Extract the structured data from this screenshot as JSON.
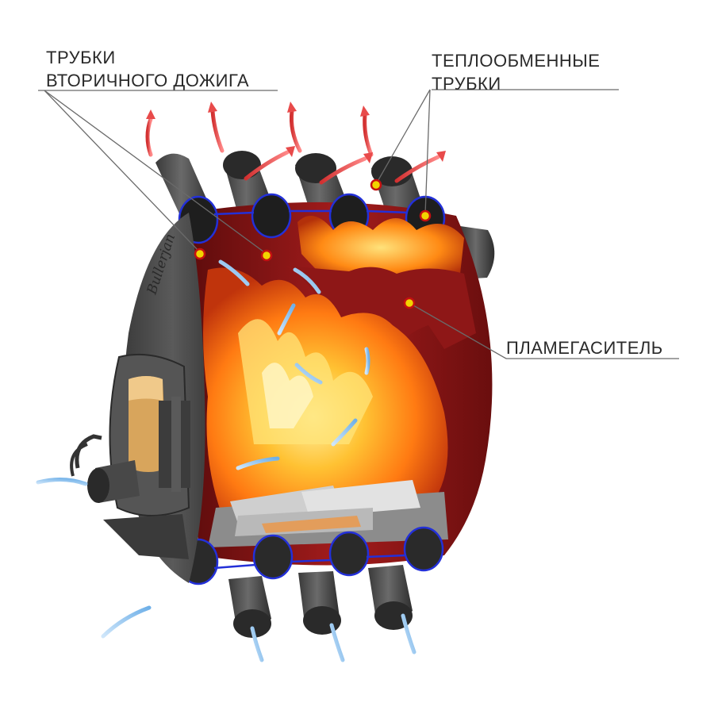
{
  "labels": {
    "secondary_burn": {
      "line1": "Трубки",
      "line2": "вторичного дожига"
    },
    "heat_exchange": {
      "line1": "Теплообменные",
      "line2": "трубки"
    },
    "flame_arrester": {
      "text": "Пламегаситель"
    }
  },
  "logo": {
    "text": "Bullerjan"
  },
  "colors": {
    "chamber_red": "#9c1a1a",
    "steel": "#4a4a4a",
    "flame": "#ff9a1a",
    "pipe_outline": "#2330d8",
    "marker": "#f2d400",
    "hot_air_arrow": "#e84a4a",
    "cold_air_arrow": "#8fc3ee"
  }
}
